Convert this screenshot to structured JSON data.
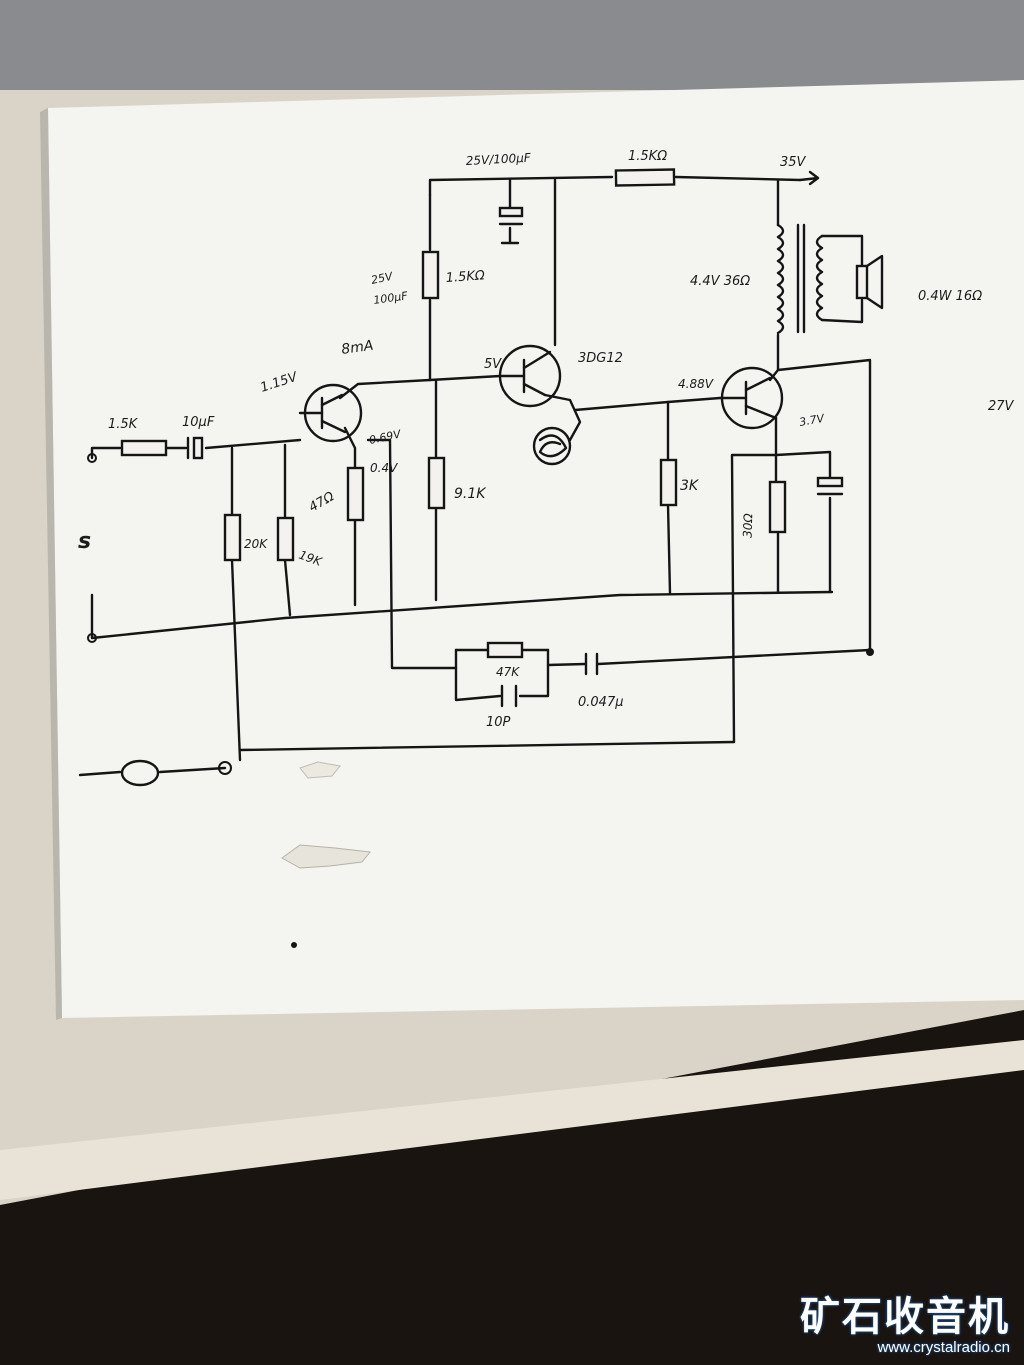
{
  "labels": {
    "cap_supply": "25V/100μF",
    "r_supply": "1.5KΩ",
    "vcc": "35V",
    "cap_bypass_a": "25V",
    "cap_bypass_b": "100μF",
    "r_collector1": "1.5KΩ",
    "current": "8mA",
    "v_q2_base": "5V",
    "q2_model": "3DG12",
    "transformer": "4.4V 36Ω",
    "speaker": "0.4W 16Ω",
    "v_q1_base": "1.15V",
    "r_input": "1.5K",
    "c_input": "10μF",
    "v_q1_emitter": "0.69V",
    "v_q3_base": "4.88V",
    "v_q3_emitter": "3.7V",
    "r_emitter1": "47Ω",
    "v_emitter_node": "0.4V",
    "r_20k": "20K",
    "r_19k": "19K",
    "r_9k1": "9.1K",
    "r_3k": "3K",
    "r_30": "30Ω",
    "input_marker": "s",
    "r_feedback": "47K",
    "c_feedback1": "10P",
    "c_feedback2": "0.047μ",
    "edge_note": "27V"
  },
  "watermark": {
    "title": "矿石收音机",
    "url": "www.crystalradio.cn"
  }
}
